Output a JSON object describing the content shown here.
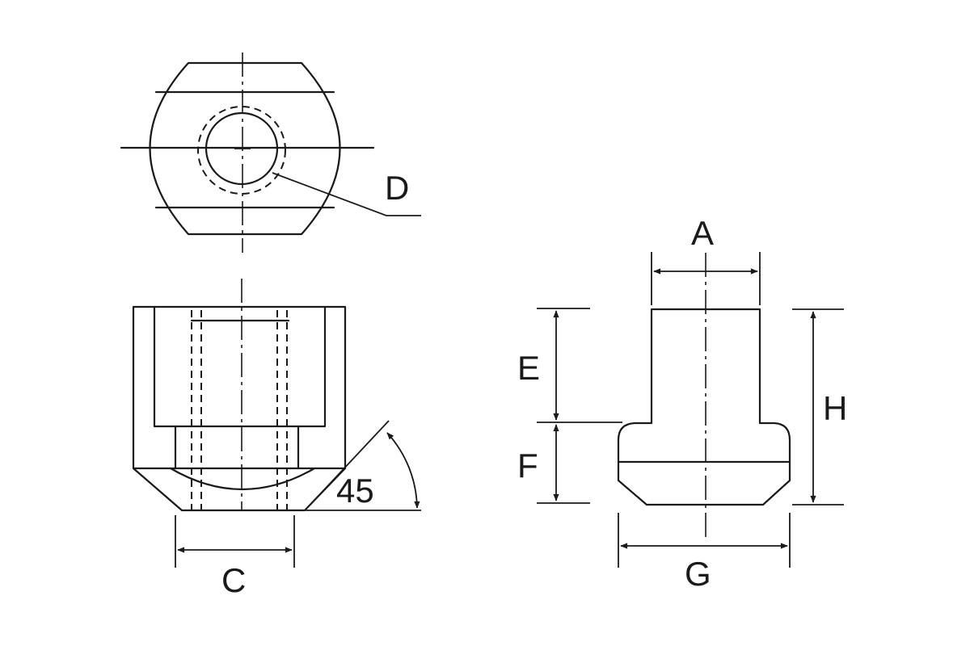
{
  "labels": {
    "a": "A",
    "c": "C",
    "d": "D",
    "e": "E",
    "f": "F",
    "g": "G",
    "h": "H",
    "angle": "45"
  },
  "colors": {
    "line": "#1a1a1a",
    "background": "#ffffff"
  }
}
